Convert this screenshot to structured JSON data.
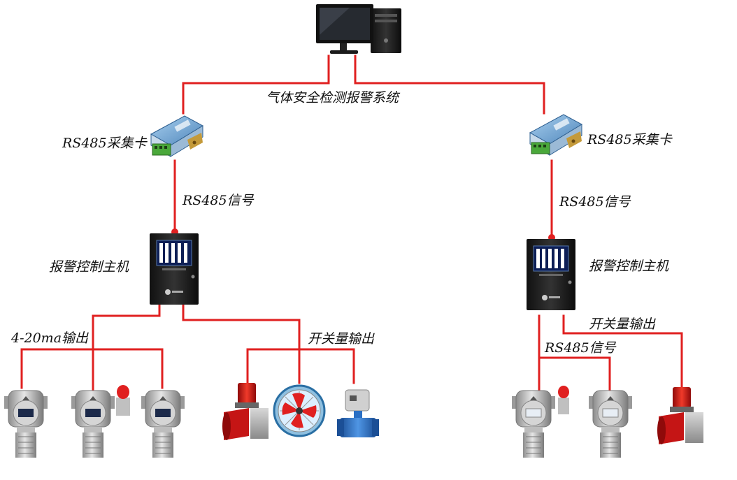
{
  "system_label": "气体安全检测报警系统",
  "left": {
    "collector_label": "RS485采集卡",
    "signal_label": "RS485信号",
    "controller_label": "报警控制主机",
    "analog_output_label": "4-20ma输出",
    "switch_output_label": "开关量输出"
  },
  "right": {
    "collector_label": "RS485采集卡",
    "signal_label": "RS485信号",
    "controller_label": "报警控制主机",
    "switch_output_label": "开关量输出",
    "detector_signal_label": "RS485信号"
  },
  "colors": {
    "wire": "#e02020",
    "device_dark": "#1e1e1e",
    "screen": "#1a3a8a",
    "alarm_red": "#d81818",
    "valve_blue": "#2a6fc4",
    "collector_blue": "#7fb2dc",
    "terminal_green": "#4aa83a"
  },
  "icons": {
    "computer": "desktop-computer-icon",
    "collector": "rs485-collector-card-icon",
    "controller": "alarm-controller-icon",
    "detector": "gas-detector-icon",
    "siren": "sound-light-alarm-icon",
    "fan": "exhaust-fan-icon",
    "valve": "solenoid-valve-icon"
  }
}
